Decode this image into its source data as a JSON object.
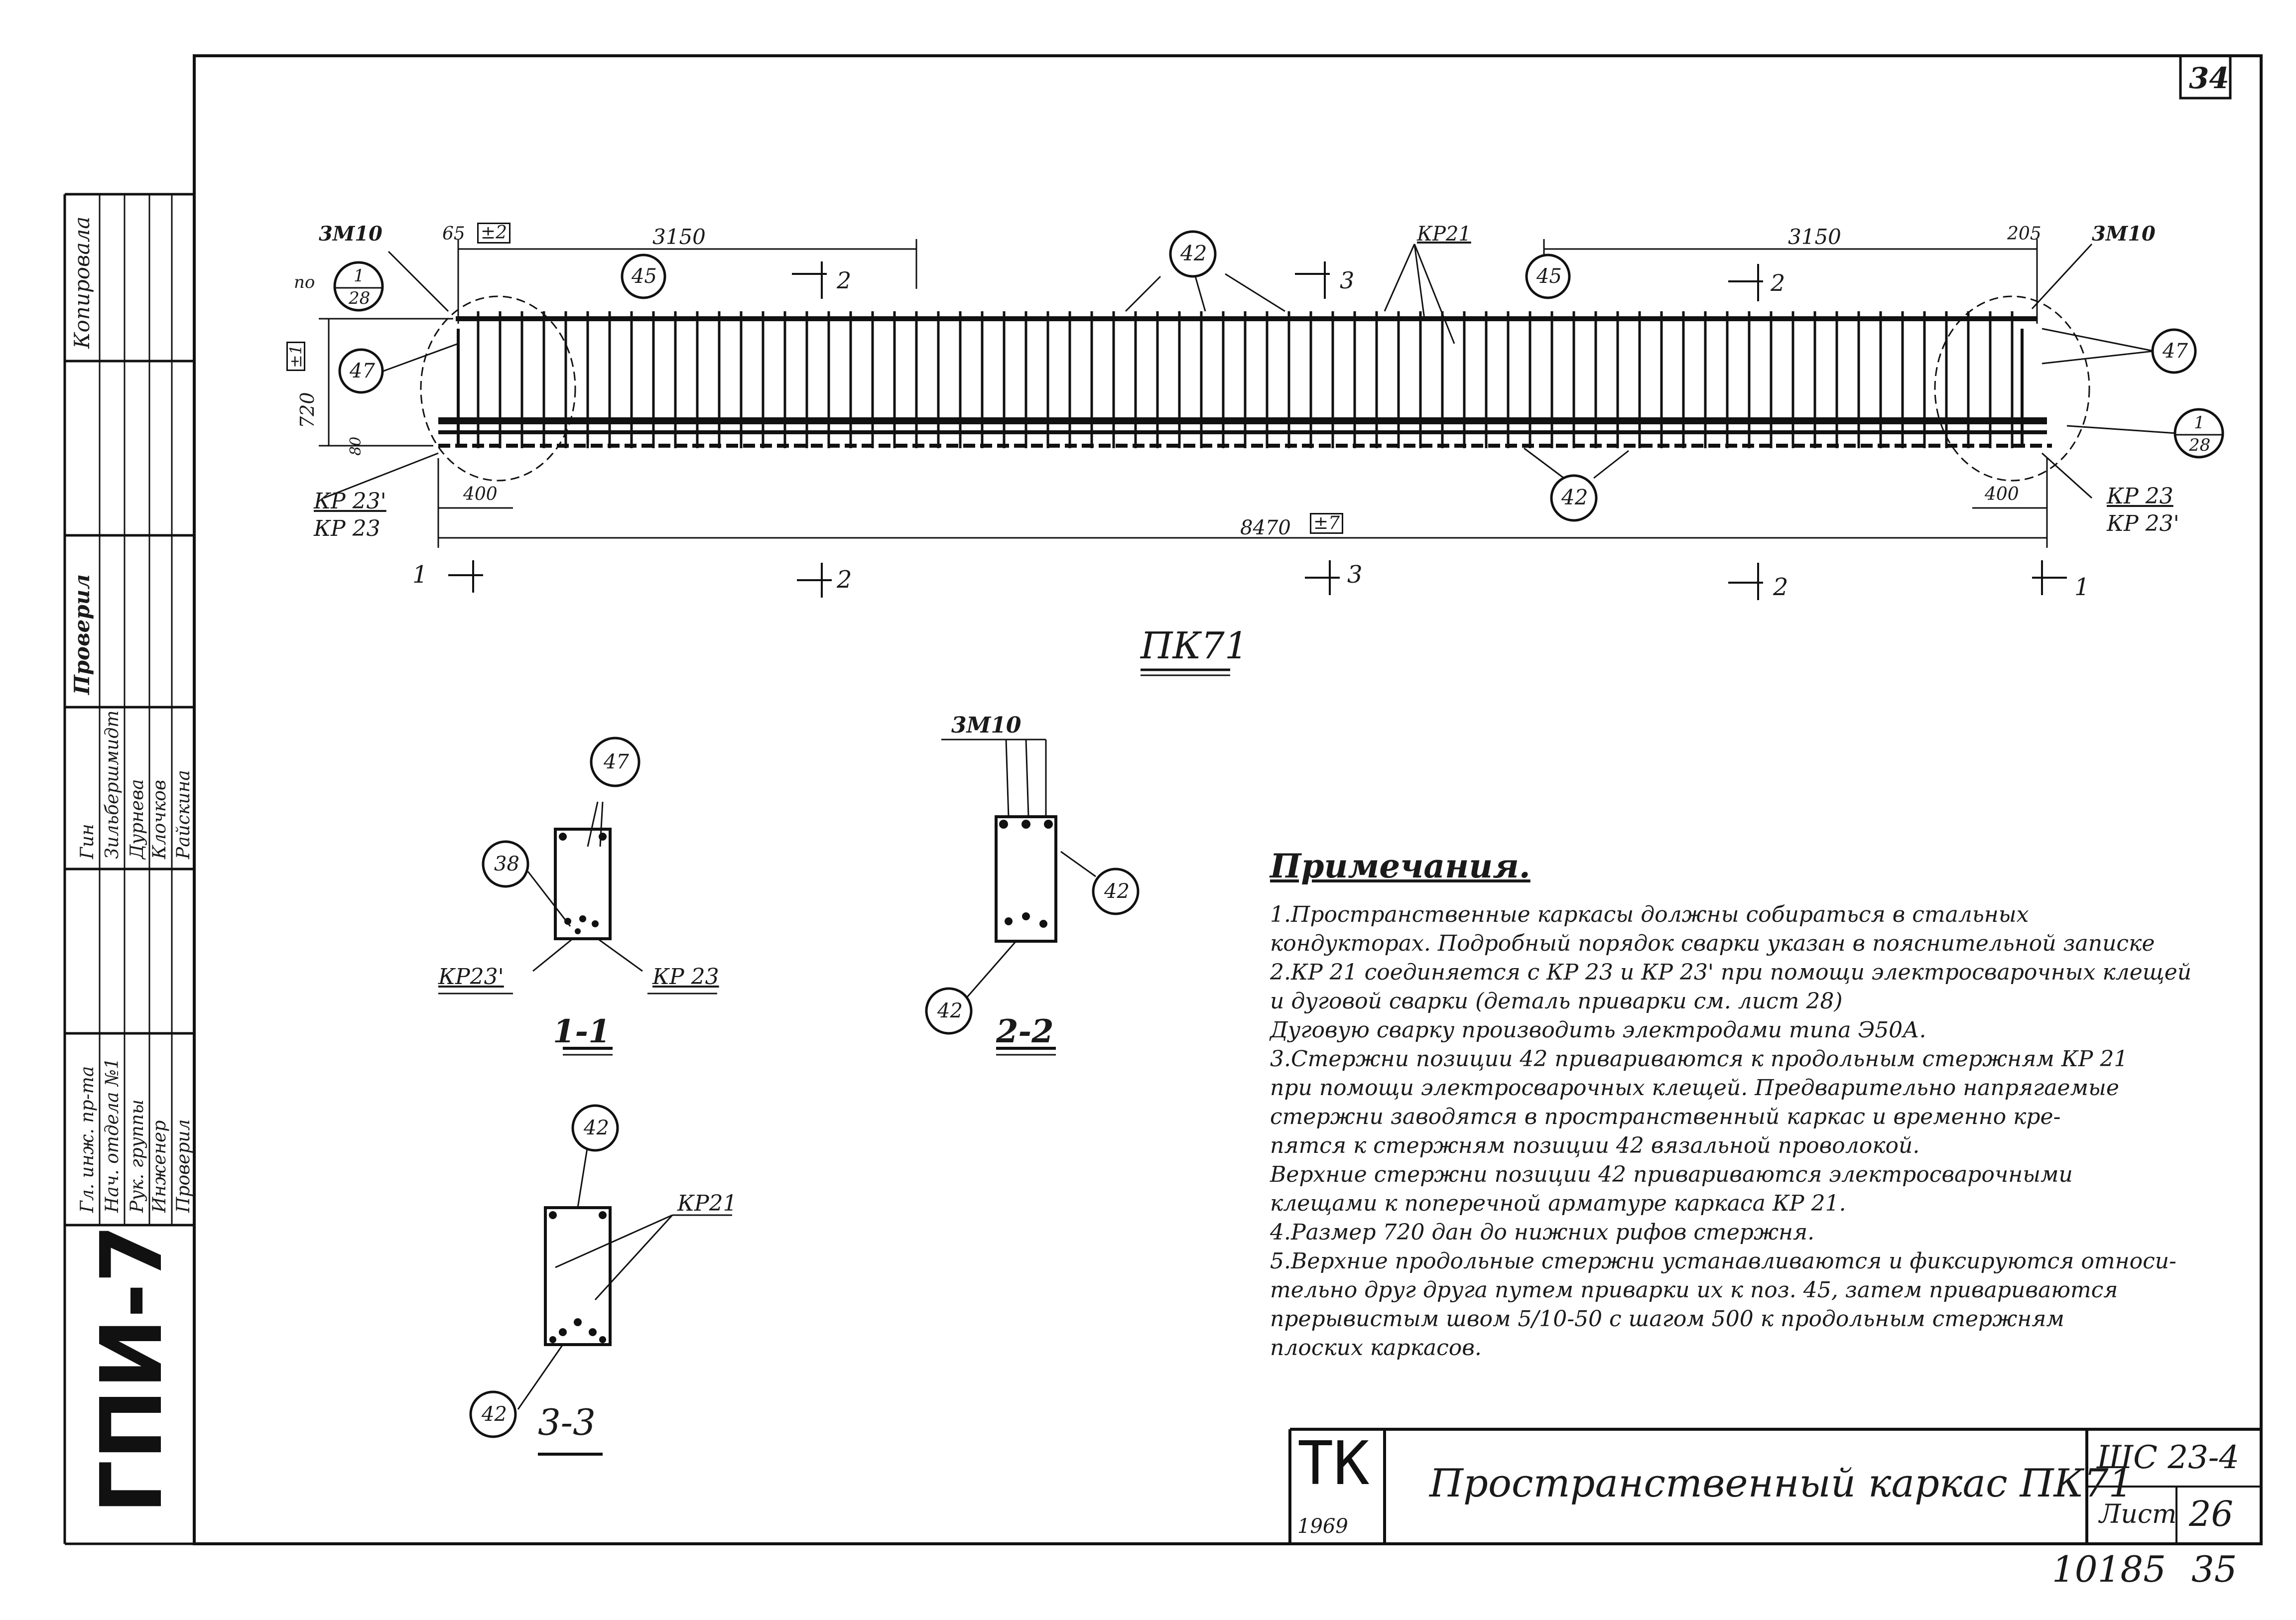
{
  "sheet": {
    "page_number_box": "34",
    "bottom_number_left": "10185",
    "bottom_number_right": "35"
  },
  "title_block": {
    "org_mark": "ТК",
    "year": "1969",
    "title": "Пространственный каркас ПК71",
    "series": "ШС 23-4",
    "sheet_label": "Лист",
    "sheet_number": "26"
  },
  "side_stamp": {
    "org": "ГПИ-7",
    "rows": [
      {
        "role": "Гл. инж. пр-та",
        "name": "Гин"
      },
      {
        "role": "Нач. отдела №1",
        "name": "Зильбершмидт"
      },
      {
        "role": "Рук. группы",
        "name": "Дурнева"
      },
      {
        "role": "Инженер",
        "name": "Клочков"
      },
      {
        "role": "Проверил",
        "name": "Райскина"
      }
    ],
    "check_label": "Проверил",
    "copied_label": "Копировала"
  },
  "main_view": {
    "caption": "ПК71",
    "dims": {
      "left_3150": "3150",
      "right_3150": "3150",
      "left_65": "65",
      "left_tol": "±2",
      "right_205": "205",
      "height_720": "720",
      "height_tol": "±1",
      "left_400": "400",
      "right_400": "400",
      "total": "8470",
      "total_tol": "±7",
      "small_80": "80"
    },
    "labels": {
      "zm10_left": "3М10",
      "zm10_right": "3М10",
      "kp21": "КР21",
      "po": "по",
      "kp23p_left": "КР 23'",
      "kp23_left": "КР 23",
      "kp23_right": "КР 23",
      "kp23p_right": "КР 23'"
    },
    "bubbles": {
      "b42_top": "42",
      "b42_bottom": "42",
      "b45_left": "45",
      "b45_right": "45",
      "b47_left": "47",
      "b47_right": "47",
      "ref_left_top": "1",
      "ref_left_bot": "28",
      "ref_right_top": "1",
      "ref_right_bot": "28"
    },
    "section_marks": {
      "s1": "1",
      "s2": "2",
      "s3": "3"
    }
  },
  "section_1_1": {
    "caption": "1-1",
    "b47": "47",
    "b38": "38",
    "kp23p": "КР23'",
    "kp23": "КР 23"
  },
  "section_2_2": {
    "caption": "2-2",
    "zm10": "3М10",
    "b42a": "42",
    "b42b": "42"
  },
  "section_3_3": {
    "caption": "3-3",
    "b42a": "42",
    "b42b": "42",
    "kp21": "КР21"
  },
  "notes": {
    "title": "Примечания.",
    "lines": [
      "1.Пространственные каркасы должны собираться в стальных",
      "кондукторах. Подробный порядок сварки указан в пояснительной записке",
      "2.КР 21 соединяется с КР 23 и КР 23' при помощи электросварочных клещей",
      "и дуговой сварки (деталь приварки см. лист 28)",
      "Дуговую сварку производить электродами типа Э50А.",
      "3.Стержни позиции 42 привариваются к продольным стержням КР 21",
      "при помощи электросварочных клещей. Предварительно напрягаемые",
      "стержни заводятся в пространственный каркас и временно кре-",
      "пятся к стержням позиции 42 вязальной проволокой.",
      "Верхние стержни позиции 42 привариваются электросварочными",
      "клещами к поперечной арматуре каркаса КР 21.",
      "4.Размер 720 дан до нижних рифов стержня.",
      "5.Верхние продольные стержни устанавливаются и фиксируются относи-",
      "тельно друг друга путем приварки их к поз. 45, затем привариваются",
      "прерывистым швом 5/10-50 с шагом 500 к продольным стержням",
      "плоских каркасов."
    ]
  }
}
